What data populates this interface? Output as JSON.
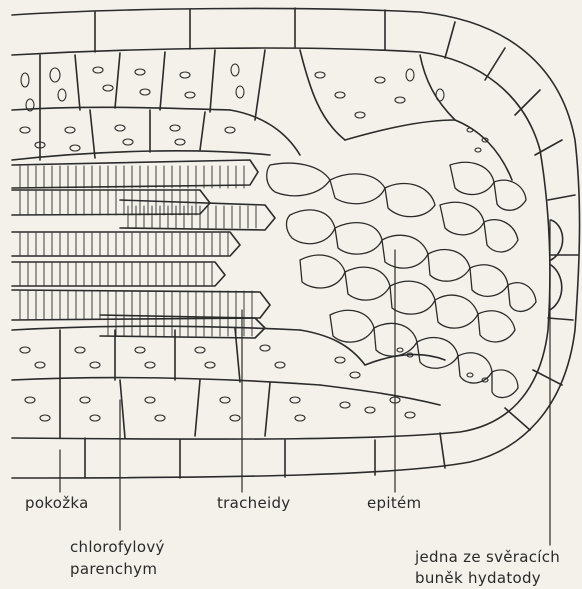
{
  "labels": {
    "pokozka": "pokožka",
    "chlorofyl_line1": "chlorofylový",
    "chlorofyl_line2": "parenchym",
    "tracheidy": "tracheidy",
    "epitem": "epitém",
    "hydatoda_line1": "jedna ze svěracích",
    "hydatoda_line2": "buněk hydatody"
  }
}
